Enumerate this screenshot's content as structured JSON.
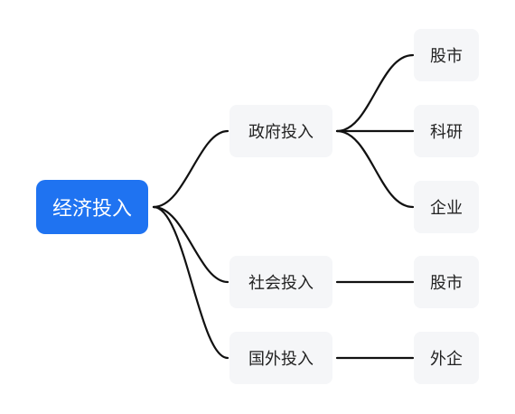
{
  "root": {
    "label": "经济投入"
  },
  "branches": [
    {
      "label": "政府投入",
      "children": [
        "股市",
        "科研",
        "企业"
      ]
    },
    {
      "label": "社会投入",
      "children": [
        "股市"
      ]
    },
    {
      "label": "国外投入",
      "children": [
        "外企"
      ]
    }
  ],
  "colors": {
    "root_bg": "#1f73f1",
    "node_bg": "#f5f6f8",
    "link": "#111111"
  }
}
